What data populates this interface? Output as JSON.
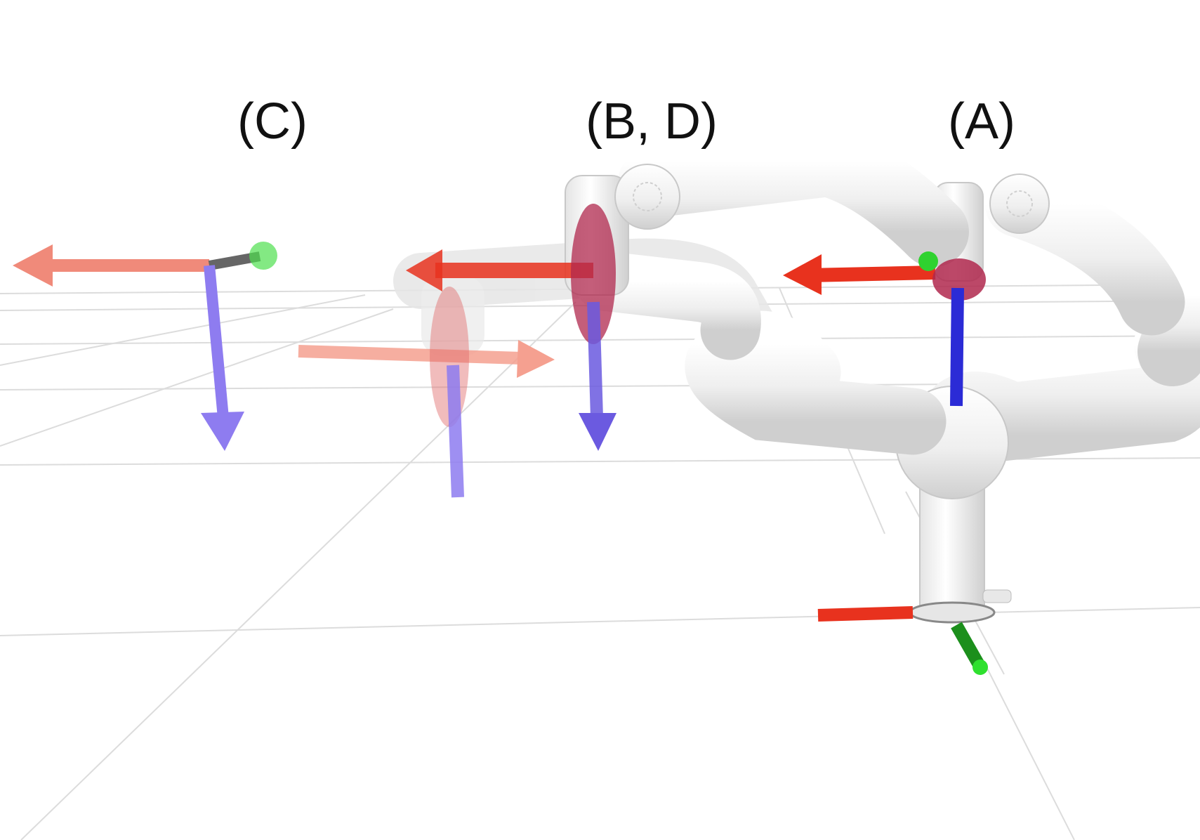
{
  "labels": {
    "c": "(C)",
    "bd": "(B, D)",
    "a": "(A)"
  },
  "colors": {
    "x_axis": "#e8321e",
    "x_axis_faded": "#f08a7a",
    "y_axis": "#2fd22f",
    "z_axis": "#2b2bd6",
    "z_axis_faded": "#8e7cf0",
    "robot": "#f2f2f2",
    "robot_outline": "#c8c8c8",
    "grid": "#dcdcdc",
    "ellipsoid": "#b0284e"
  }
}
